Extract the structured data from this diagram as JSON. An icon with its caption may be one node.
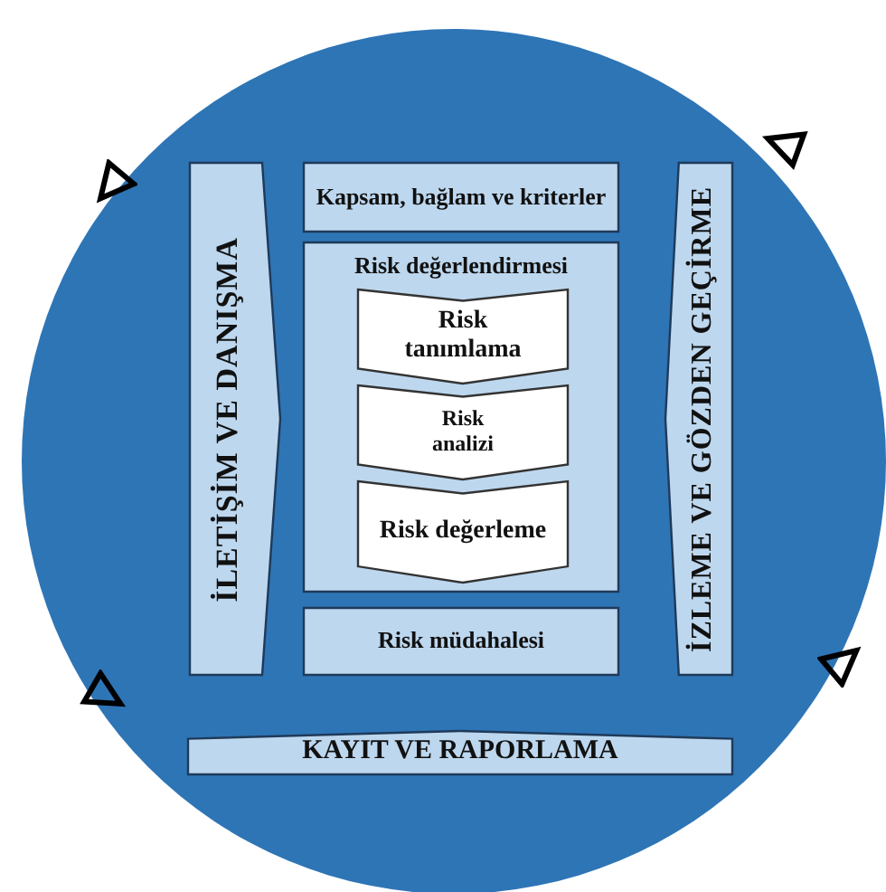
{
  "diagram": {
    "nodes": [
      {
        "text": [],
        "shape": "circle"
      },
      {
        "text": [
          "İLETİŞİM VE DANIŞMA"
        ],
        "in": 0
      },
      {
        "text": [
          "Kapsam, bağlam ve kriterler"
        ],
        "in": 0
      },
      {
        "text": [
          "Risk değerlendirmesi"
        ],
        "in": 0
      },
      {
        "text": [
          "Risk tanımlama"
        ],
        "in": 3
      },
      {
        "text": [
          "Risk analizi"
        ],
        "in": 3
      },
      {
        "text": [
          "Risk değerleme"
        ],
        "in": 3
      },
      {
        "text": [
          "Risk müdahalesi"
        ],
        "in": 0
      },
      {
        "text": [
          "İZLEME VE GÖZDEN GEÇİRME"
        ],
        "in": 0
      },
      {
        "text": [
          "KAYIT VE RAPORLAMA"
        ],
        "in": 0
      }
    ],
    "edges": []
  }
}
